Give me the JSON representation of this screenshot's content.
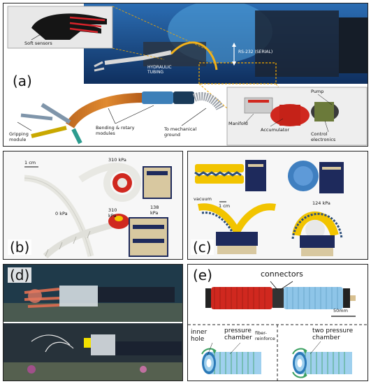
{
  "panels": {
    "a": {
      "label": "(a)",
      "soft_sensors": "Soft sensors",
      "rs232": "RS-232 (SERIAL)",
      "hydraulic": "HYDRAULIC TUBING",
      "gripping_module": "Gripping module",
      "bending_rotary": "Bending & rotary modules",
      "mech_ground": "To mechanical ground",
      "manifold": "Manifold",
      "accumulator": "Accumulator",
      "pump": "Pump",
      "control_electronics": "Control electronics"
    },
    "b": {
      "label": "(b)",
      "scale": "1 cm",
      "p310_top": "310 kPa",
      "p0": "0 kPa",
      "p310_bottom": "310 kPa",
      "p138": "138 kPa"
    },
    "c": {
      "label": "(c)",
      "vacuum": "vacuum",
      "scale": "1 cm",
      "p124": "124 kPa"
    },
    "d": {
      "label": "(d)"
    },
    "e": {
      "label": "(e)",
      "connectors": "connectors",
      "scale": "50mm",
      "inner_hole": "inner hole",
      "pressure_chamber": "pressure chamber",
      "fiber_reinforce": "fiber-reinforce",
      "two_pressure_chamber": "two pressure chamber"
    }
  },
  "colors": {
    "ocean_blue": "#1f4f8f",
    "red_chamber": "#d0281f",
    "blue_chamber": "#8ec5e8",
    "yellow_finger": "#f2c400",
    "navy_frame": "#1e2a5c",
    "deep_sea": "#203038"
  }
}
